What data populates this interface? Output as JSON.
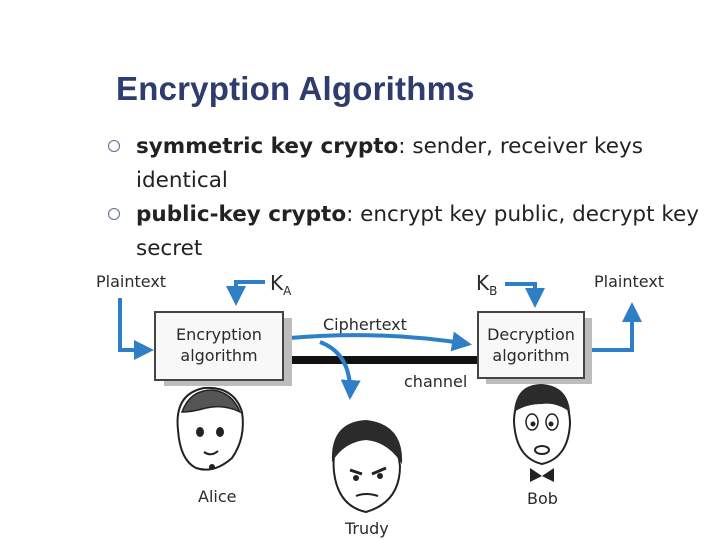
{
  "title": "Encryption Algorithms",
  "bullets": [
    {
      "term": "symmetric key crypto",
      "desc": ": sender, receiver keys identical"
    },
    {
      "term": "public-key crypto",
      "desc": ": encrypt key public, decrypt key secret"
    }
  ],
  "diagram": {
    "plaintext_left": "Plaintext",
    "plaintext_right": "Plaintext",
    "key_a": "K",
    "key_a_sub": "A",
    "key_b": "K",
    "key_b_sub": "B",
    "encryption_line1": "Encryption",
    "encryption_line2": "algorithm",
    "decryption_line1": "Decryption",
    "decryption_line2": "algorithm",
    "ciphertext": "Ciphertext",
    "channel": "channel",
    "alice": "Alice",
    "trudy": "Trudy",
    "bob": "Bob"
  },
  "colors": {
    "title": "#2e3c6e",
    "arrow": "#2f7fc6",
    "box_border": "#444444",
    "channel": "#111111"
  }
}
